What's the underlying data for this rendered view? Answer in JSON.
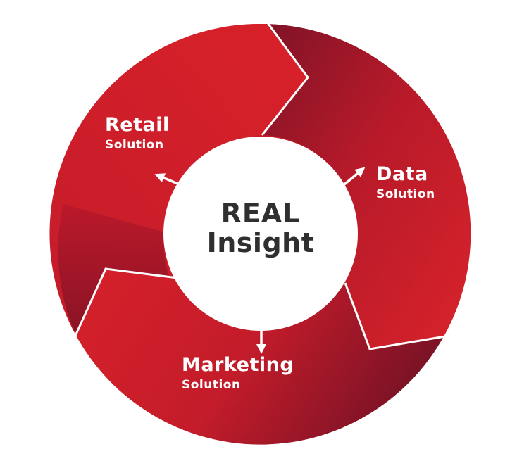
{
  "center": {
    "line1": "REAL",
    "line2": "Insight"
  },
  "segments": [
    {
      "title": "Retail",
      "subtitle": "Solution"
    },
    {
      "title": "Data",
      "subtitle": "Solution"
    },
    {
      "title": "Marketing",
      "subtitle": "Solution"
    }
  ],
  "colors": {
    "primary_red": "#d21f2b",
    "dark_red": "#8a1426",
    "center_fill": "#ffffff",
    "center_text": "#2f2f2f",
    "label_text": "#ffffff"
  },
  "icons": [
    "double-arrow-icon",
    "double-arrow-icon",
    "double-arrow-icon"
  ]
}
